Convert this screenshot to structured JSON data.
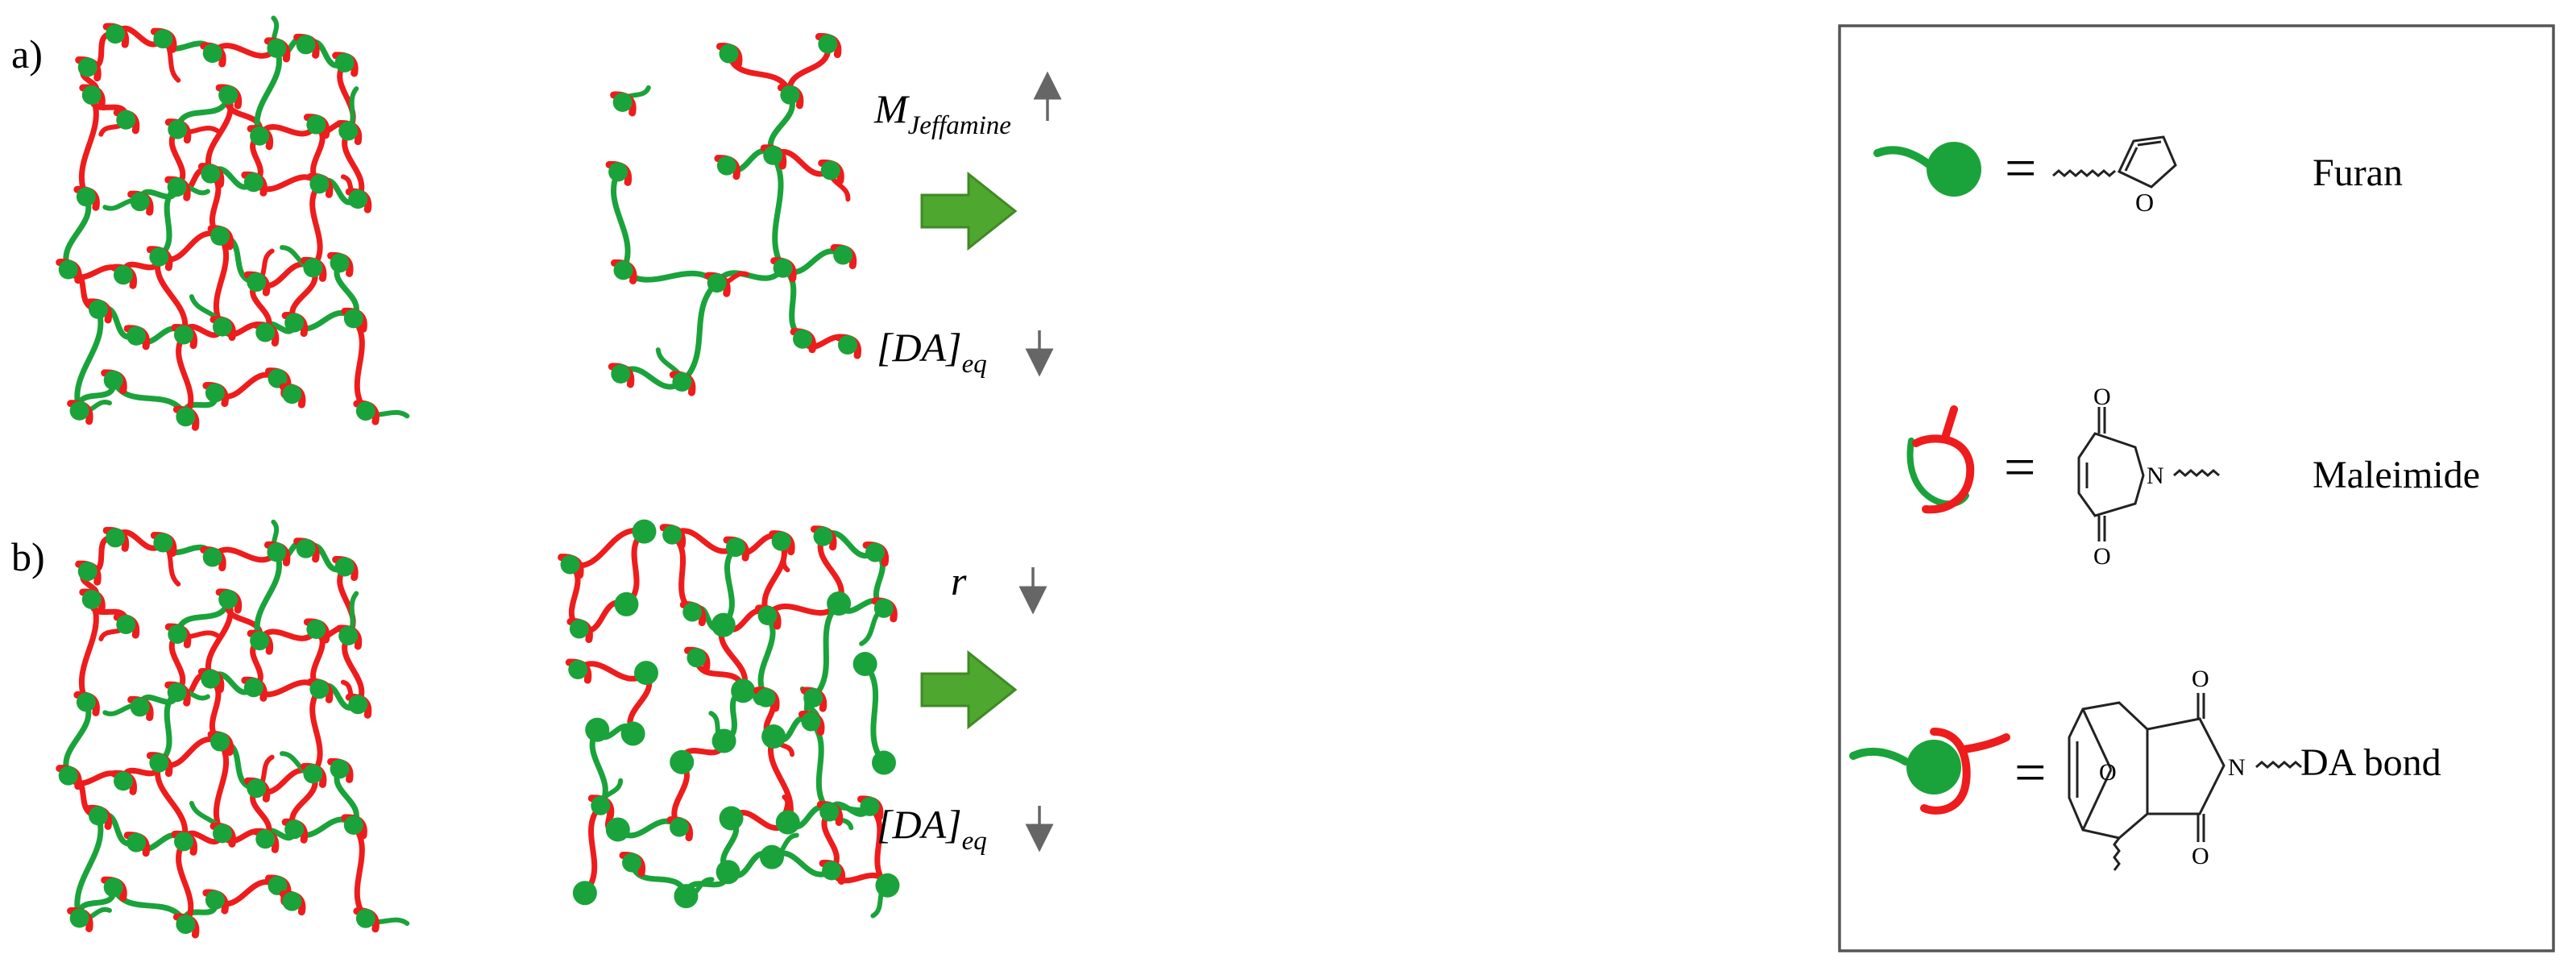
{
  "panels": [
    {
      "label": "a)",
      "top_param": "M",
      "top_param_sub": "Jeffamine",
      "top_arrow": "up",
      "bottom_param": "[DA]",
      "bottom_param_sub": "eq",
      "bottom_arrow": "down"
    },
    {
      "label": "b)",
      "top_param": "r",
      "top_param_sub": "",
      "top_arrow": "down",
      "bottom_param": "[DA]",
      "bottom_param_sub": "eq",
      "bottom_arrow": "down"
    }
  ],
  "legend": {
    "equals": "=",
    "items": [
      {
        "symbol": "furan",
        "name": "Furan",
        "chem_letters": [
          "O"
        ]
      },
      {
        "symbol": "maleimide",
        "name": "Maleimide",
        "chem_letters": [
          "O",
          "N",
          "O"
        ]
      },
      {
        "symbol": "da-bond",
        "name": "DA bond",
        "chem_letters": [
          "O",
          "O",
          "N",
          "O"
        ]
      }
    ]
  },
  "colors": {
    "furan_chain": "#1aa33a",
    "maleimide_chain": "#ee1c1c",
    "arrow_fill": "#4ea72e",
    "arrow_stroke": "#3f8a24",
    "border": "#555555",
    "text": "#000000",
    "small_arrow": "#666666"
  }
}
